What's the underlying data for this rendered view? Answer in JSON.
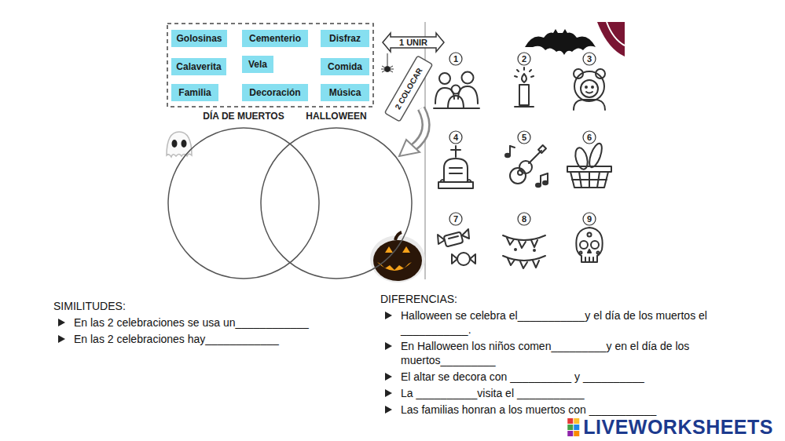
{
  "diagram": {
    "nodes": [
      {
        "text": [
          "Golosinas"
        ]
      },
      {
        "text": [
          "Cementerio"
        ]
      },
      {
        "text": [
          "Disfraz"
        ]
      },
      {
        "text": [
          "Calaverita"
        ]
      },
      {
        "text": [
          "Vela"
        ]
      },
      {
        "text": [
          "Comida"
        ]
      },
      {
        "text": [
          "Familia"
        ]
      },
      {
        "text": [
          "Decoración"
        ]
      },
      {
        "text": [
          "Música"
        ]
      },
      {
        "text": [
          "DÍA DE MUERTOS"
        ]
      },
      {
        "text": [
          "HALLOWEEN"
        ]
      }
    ],
    "labels": [
      "1 UNIR",
      "2 COLOCAR",
      "1",
      "2",
      "3",
      "4",
      "5",
      "6",
      "7",
      "8",
      "9",
      "SIMILITUDES:",
      "En las 2 celebraciones se usa un____________",
      "En las 2 celebraciones hay____________",
      "DIFERENCIAS:",
      "Halloween se celebra el___________y el día de los muertos el ___________.",
      "En Halloween los niños comen_________y en el día de los muertos_________",
      "El altar se decora con __________ y __________",
      "La __________visita el ___________",
      "Las familias honran a los muertos con ___________",
      "LIVEWORKSHEETS"
    ]
  }
}
